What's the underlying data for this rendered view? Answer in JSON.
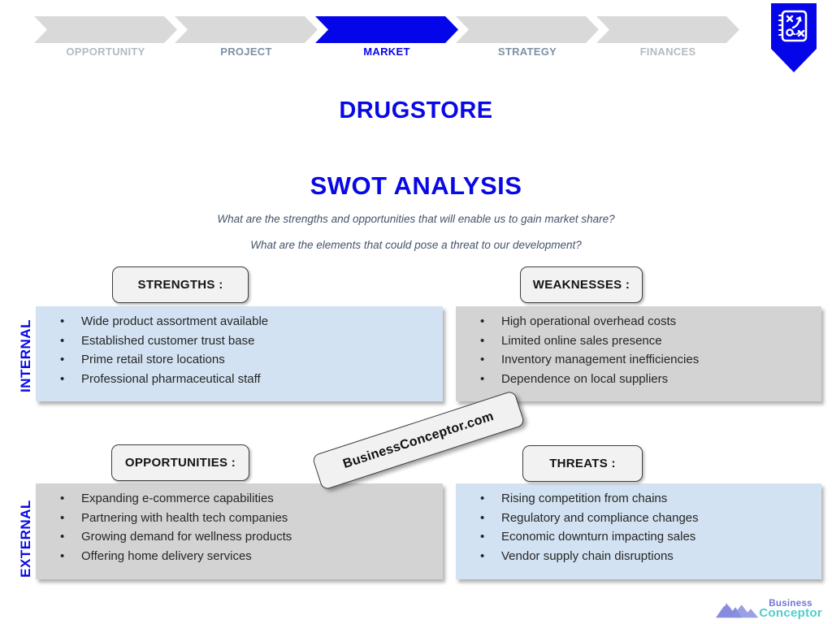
{
  "process_bar": {
    "steps": [
      {
        "label": "OPPORTUNITY",
        "state": "inactive"
      },
      {
        "label": "PROJECT",
        "state": "visited"
      },
      {
        "label": "MARKET",
        "state": "active"
      },
      {
        "label": "STRATEGY",
        "state": "visited"
      },
      {
        "label": "FINANCES",
        "state": "inactive"
      }
    ]
  },
  "titles": {
    "main": "DRUGSTORE",
    "subtitle": "SWOT ANALYSIS"
  },
  "questions": [
    "What are the strengths and opportunities that will enable us to gain market share?",
    "What are the elements that could pose a threat to our development?"
  ],
  "row_labels": {
    "internal": "INTERNAL",
    "external": "EXTERNAL"
  },
  "quadrants": [
    {
      "title": "STRENGTHS :",
      "items": [
        "Wide product assortment available",
        "Established customer trust base",
        "Prime retail store locations",
        "Professional pharmaceutical staff"
      ]
    },
    {
      "title": "WEAKNESSES :",
      "items": [
        "High operational overhead costs",
        "Limited online sales presence",
        "Inventory management inefficiencies",
        "Dependence on local suppliers"
      ]
    },
    {
      "title": "OPPORTUNITIES :",
      "items": [
        "Expanding e-commerce capabilities",
        "Partnering with health tech companies",
        "Growing demand for wellness products",
        "Offering home delivery services"
      ]
    },
    {
      "title": "THREATS :",
      "items": [
        "Rising competition from chains",
        "Regulatory and compliance changes",
        "Economic downturn impacting sales",
        "Vendor supply chain disruptions"
      ]
    }
  ],
  "watermark": {
    "text": "BusinessConceptor.com"
  },
  "logo": {
    "line1": "Business",
    "line2": "Conceptor"
  },
  "colors": {
    "accent_blue": "#0505ea",
    "chevron_gray": "#d9d9d9",
    "panel_blue": "#d2e2f2",
    "panel_gray": "#d3d3d3",
    "question_text": "#44546a",
    "logo_purple": "#6f74d8",
    "logo_teal": "#4fcfc6"
  }
}
